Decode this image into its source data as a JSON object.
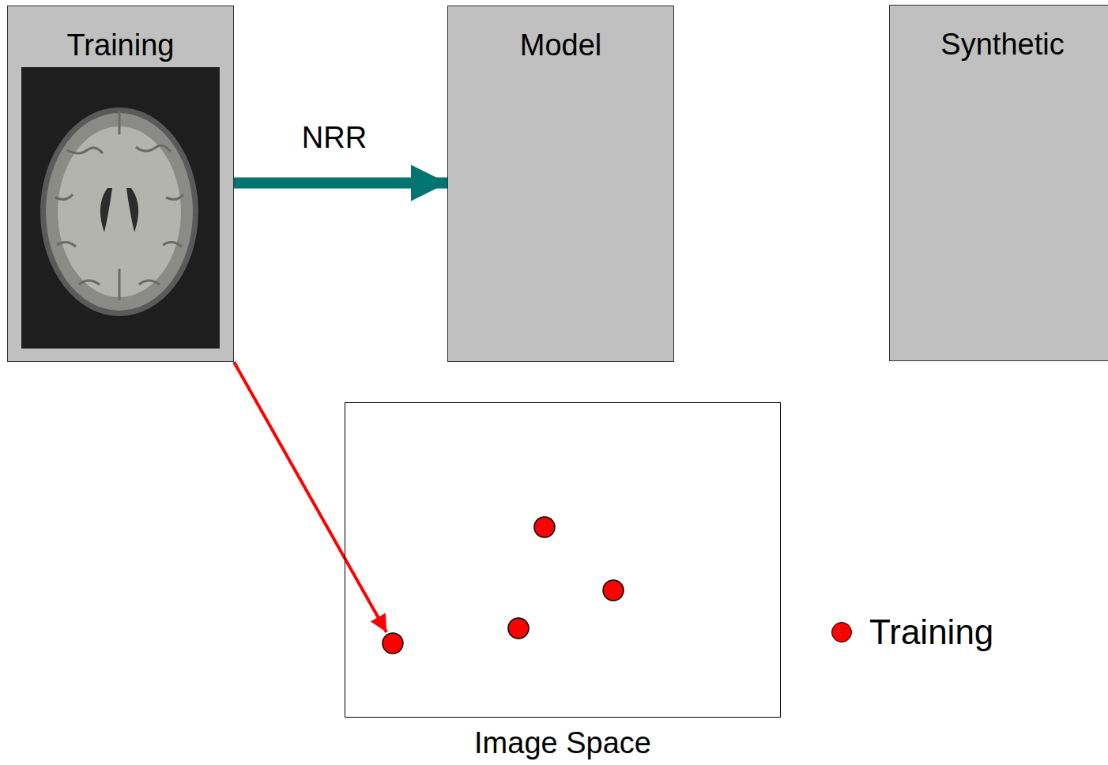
{
  "diagram": {
    "nodes": [
      {
        "text": [
          "Training"
        ]
      },
      {
        "text": [
          "Model"
        ]
      },
      {
        "text": [
          "Synthetic"
        ]
      },
      {
        "text": [
          "Image Space"
        ]
      }
    ],
    "edges": [
      {
        "from": 0,
        "to": 1,
        "arrow": "to",
        "label": "NRR"
      },
      {
        "from": 0,
        "to": 3,
        "arrow": "to"
      }
    ],
    "legend": [
      {
        "text": "Training",
        "color": "#ff0000"
      }
    ]
  }
}
